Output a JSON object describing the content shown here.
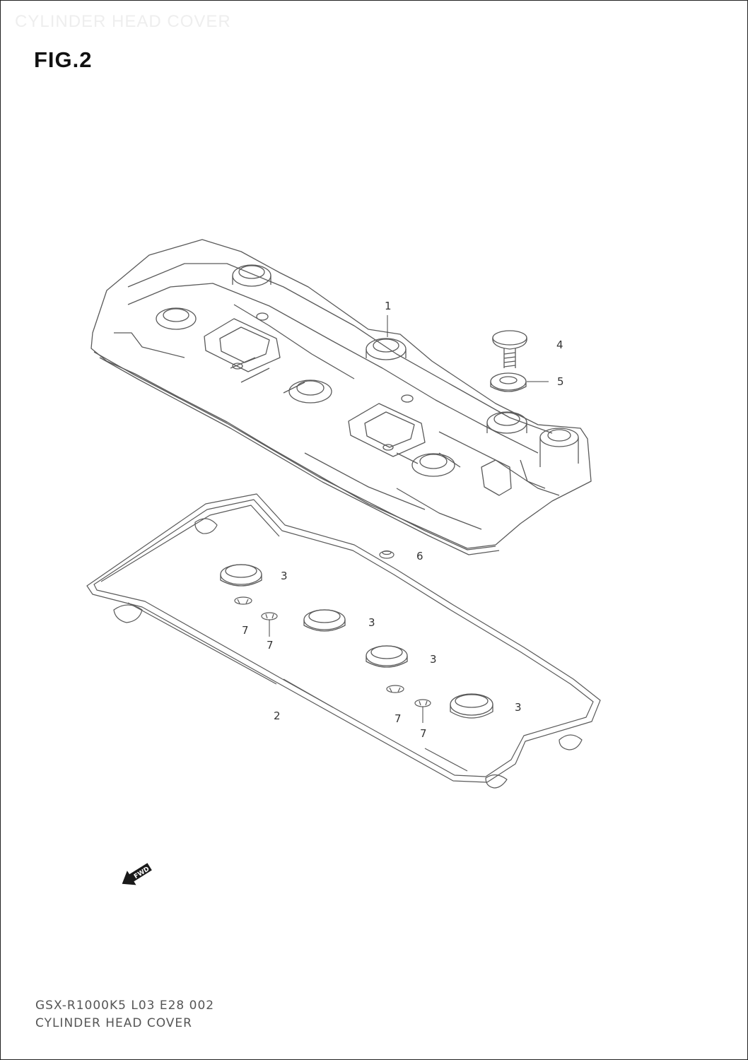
{
  "header": {
    "watermark": "CYLINDER HEAD COVER",
    "figure_label": "FIG.2"
  },
  "callouts": {
    "c1": "1",
    "c2": "2",
    "c3a": "3",
    "c3b": "3",
    "c3c": "3",
    "c3d": "3",
    "c4": "4",
    "c5": "5",
    "c6": "6",
    "c7a": "7",
    "c7b": "7",
    "c7c": "7",
    "c7d": "7"
  },
  "fwd_label": "FWD",
  "footer": {
    "code": "GSX-R1000K5 L03 E28 002",
    "title": "CYLINDER HEAD COVER"
  },
  "colors": {
    "line": "#5a5a5a",
    "text": "#333333"
  }
}
